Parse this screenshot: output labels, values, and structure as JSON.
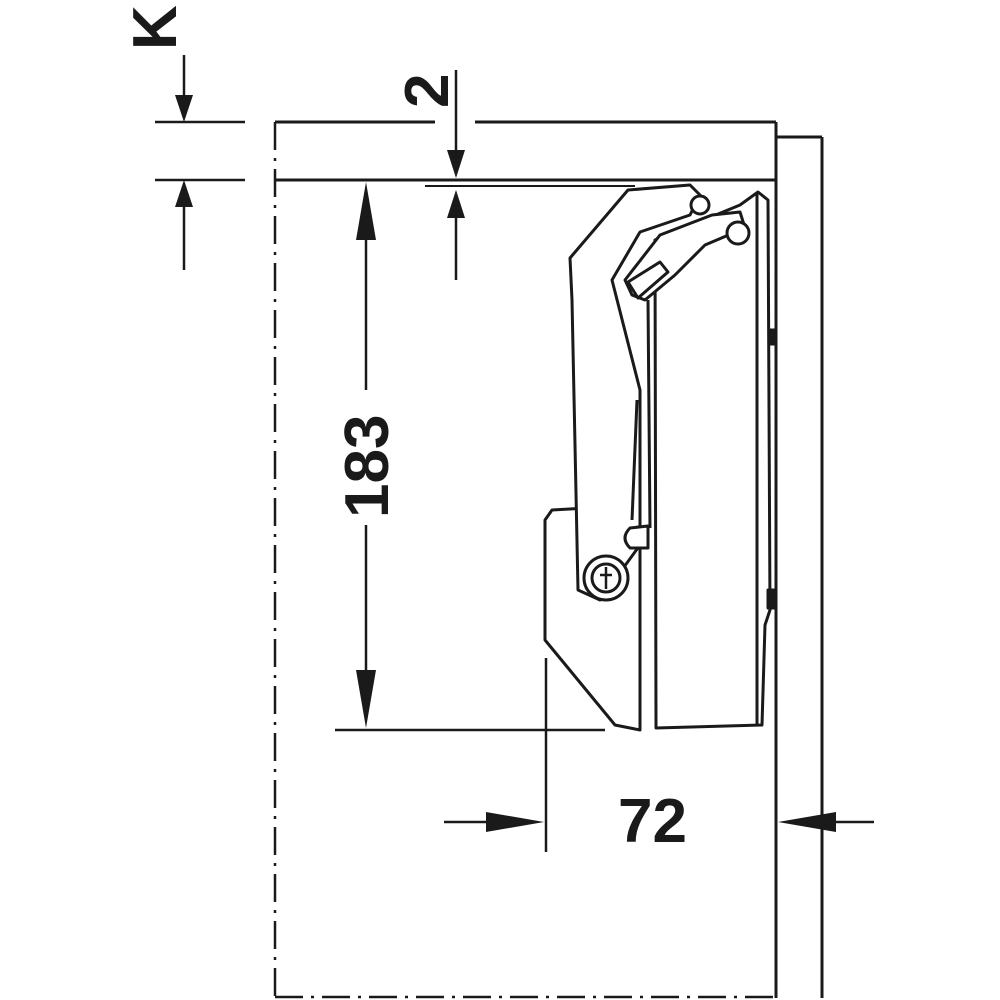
{
  "dimensions": {
    "k_label": "K",
    "gap_label": "2",
    "height_label": "183",
    "depth_label": "72"
  },
  "colors": {
    "line": "#1a1a1a",
    "background": "#ffffff"
  }
}
